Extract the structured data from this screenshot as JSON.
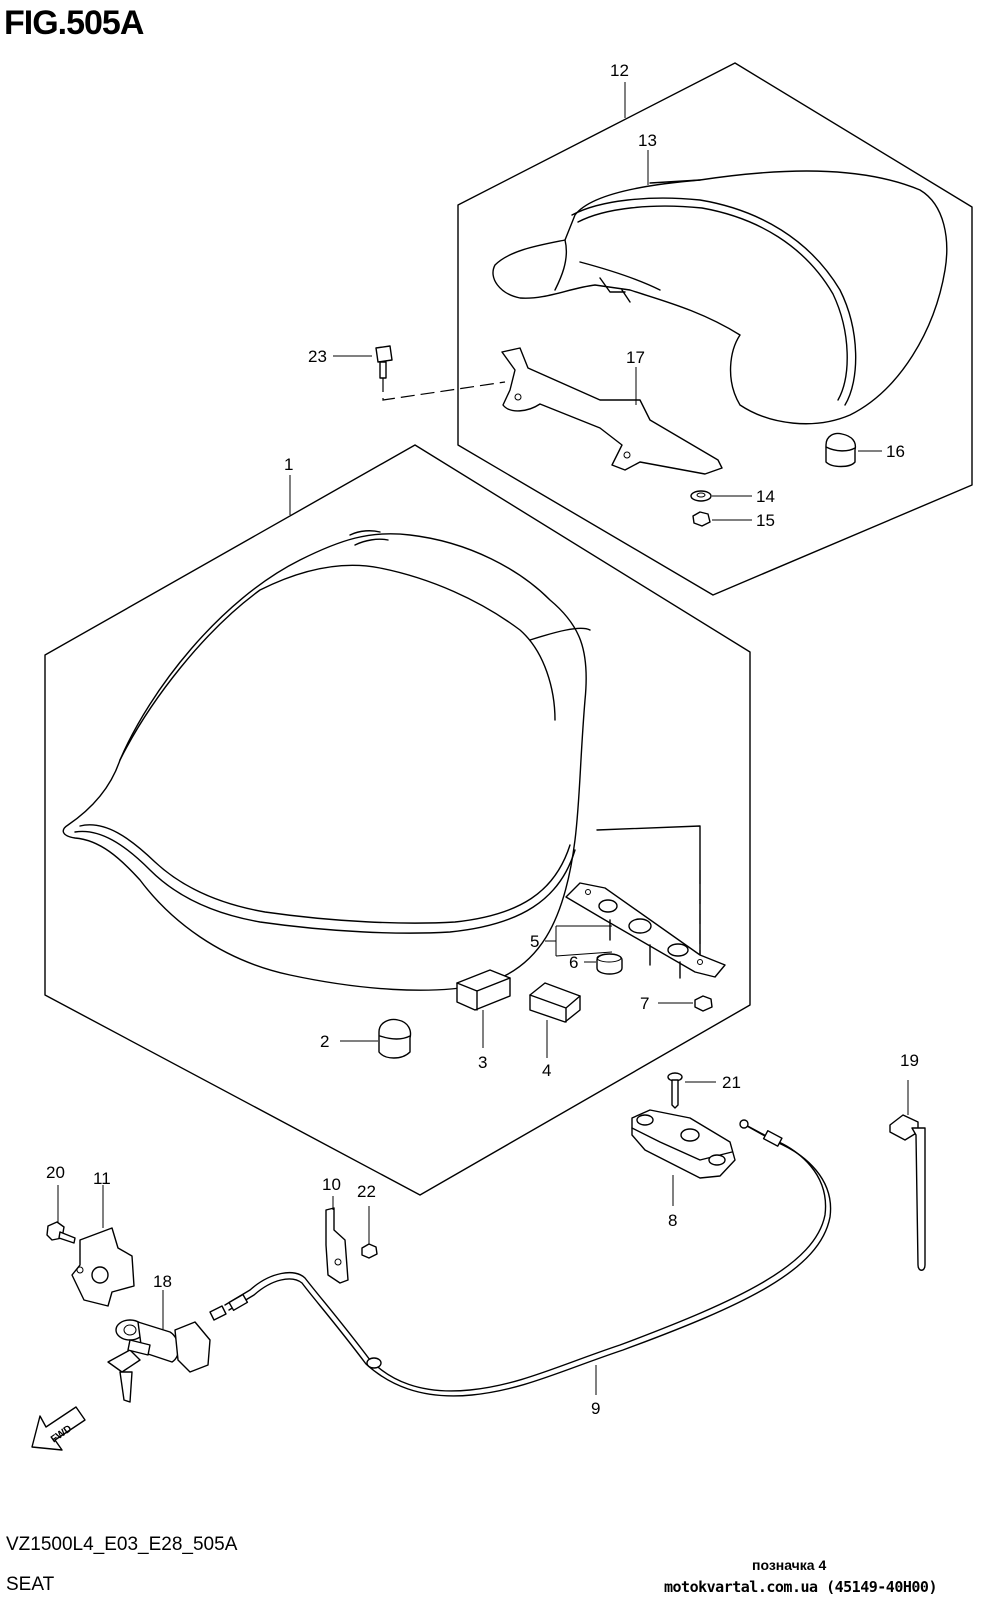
{
  "figure": {
    "title": "FIG.505A",
    "model_code": "VZ1500L4_E03_E28_505A",
    "section_name": "SEAT",
    "note": "позначка 4",
    "watermark": "motokvartal.com.ua (45149-40H00)"
  },
  "callouts": {
    "c1": "1",
    "c2": "2",
    "c3": "3",
    "c4": "4",
    "c5": "5",
    "c6": "6",
    "c7": "7",
    "c8": "8",
    "c9": "9",
    "c10": "10",
    "c11": "11",
    "c12": "12",
    "c13": "13",
    "c14": "14",
    "c15": "15",
    "c16": "16",
    "c17": "17",
    "c18": "18",
    "c19": "19",
    "c20": "20",
    "c21": "21",
    "c22": "22",
    "c23": "23"
  },
  "fwd_label": "FWD"
}
